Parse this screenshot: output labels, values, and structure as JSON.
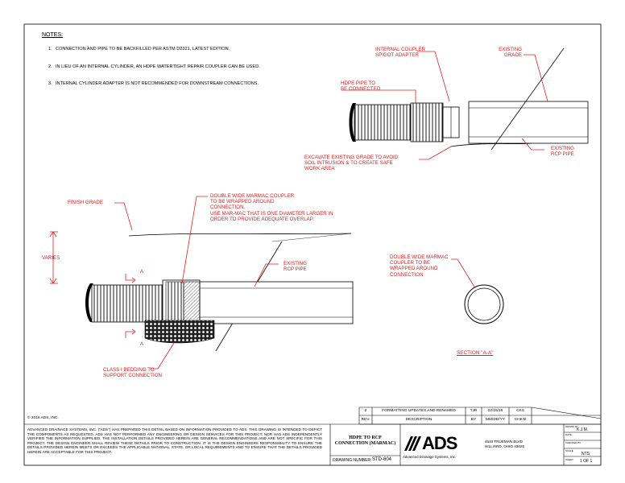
{
  "notes": {
    "title": "NOTES:",
    "items": [
      {
        "num": "1.",
        "text": "CONNECTION AND PIPE TO BE BACKFILLED PER ASTM D2321, LATEST EDITION."
      },
      {
        "num": "2.",
        "text": "IN LIEU OF AN INTERNAL CYLINDER, AN HDPE WATERTIGHT REPAIR COUPLER CAN BE USED."
      },
      {
        "num": "3.",
        "text": "INTERNAL CYLINDER ADAPTER IS NOT RECOMMENDED FOR DOWNSTREAM CONNECTIONS."
      }
    ]
  },
  "top_detail": {
    "coupler_label_1": "INTERNAL COUPLER",
    "coupler_label_2": "SPIGOT ADAPTER",
    "grade_label_1": "EXISTING",
    "grade_label_2": "GRADE",
    "hdpe_label_1": "HDPE PIPE TO",
    "hdpe_label_2": "BE CONNECTED",
    "excavate_1": "EXCAVATE EXISTING GRADE TO AVOID",
    "excavate_2": "SOIL INTRUSION & TO CREATE SAFE",
    "excavate_3": "WORK AREA",
    "rcp_1": "EXISTING",
    "rcp_2": "RCP PIPE"
  },
  "main_detail": {
    "finish_grade": "FINISH GRADE",
    "coupler_1": "DOUBLE WIDE MARMAC COUPLER",
    "coupler_2": "TO BE WRAPPED AROUND",
    "coupler_3": "CONNECTION.",
    "coupler_4": "USE MAR-MAC THAT IS ONE DIAMETER LARGER IN",
    "coupler_5": "ORDER TO PROVIDE ADEQUATE OVERLAP.",
    "varies": "VARIES",
    "rcp_1": "EXISTING",
    "rcp_2": "RCP PIPE",
    "section_marker": "A",
    "bedding_1": "CLASS I BEDDING TO",
    "bedding_2": "SUPPORT CONNECTION"
  },
  "section_detail": {
    "label_1": "DOUBLE WIDE MARMAC",
    "label_2": "COUPLER TO BE",
    "label_3": "WRAPPED AROUND",
    "label_4": "CONNECTION",
    "section_title": "SECTION \"A-A\""
  },
  "revisions": {
    "row": {
      "rev": "2",
      "description": "FORMATTING UPDATES AND RENAMED",
      "by": "TJR",
      "date": "02/15/16",
      "chkd": "CKS"
    },
    "headers": {
      "rev": "REV.",
      "description": "DESCRIPTION",
      "by": "BY",
      "date": "MM/DD/YY",
      "chkd": "CHK'D"
    }
  },
  "title_block": {
    "copyright": "© 2016 ADS, INC.",
    "disclaimer": "ADVANCED DRAINAGE SYSTEMS, INC. (\"ADS\") HAS PREPARED THIS DETAIL BASED ON INFORMATION PROVIDED TO ADS. THIS DRAWING IS INTENDED TO DEPICT THE COMPONENTS AS REQUESTED. ADS HAS NOT PERFORMED ANY ENGINEERING OR DESIGN SERVICES FOR THIS PROJECT, NOR HAS ADS INDEPENDENTLY VERIFIED THE INFORMATION SUPPLIED. THE INSTALLATION DETAILS PROVIDED HEREIN ARE GENERAL RECOMMENDATIONS AND ARE NOT SPECIFIC FOR THIS PROJECT. THE DESIGN ENGINEER SHALL REVIEW THESE DETAILS PRIOR TO CONSTRUCTION. IT IS THE DESIGN ENGINEERS RESPONSIBILITY TO ENSURE THE DETAILS PROVIDED HEREIN MEETS OR EXCEEDS THE APPLICABLE NATIONAL, STATE, OR LOCAL REQUIREMENTS AND TO ENSURE THAT THE DETAILS PROVIDED HEREIN ARE ACCEPTABLE FOR THIS PROJECT.",
    "title_1": "HDPE TO RCP",
    "title_2": "CONNECTION (MARMAC)",
    "drawing_number_label": "DRAWING NUMBER:",
    "drawing_number": "STD-604",
    "logo": "ADS",
    "company": "Advanced Drainage Systems, Inc.",
    "address_1": "4640 TRUEMAN BLVD",
    "address_2": "HILLIARD, OHIO 43026",
    "drawn_by_label": "DRAWN BY",
    "drawn_by": "K.J.M.",
    "date_label": "DATE",
    "date": "",
    "checked_label": "CHECKED BY",
    "checked": "",
    "scale_label": "SCALE",
    "scale": "NTS",
    "sheet_label": "SHEET",
    "sheet": "1 OF 1"
  },
  "colors": {
    "callout": "#e02020",
    "line": "#000000"
  }
}
